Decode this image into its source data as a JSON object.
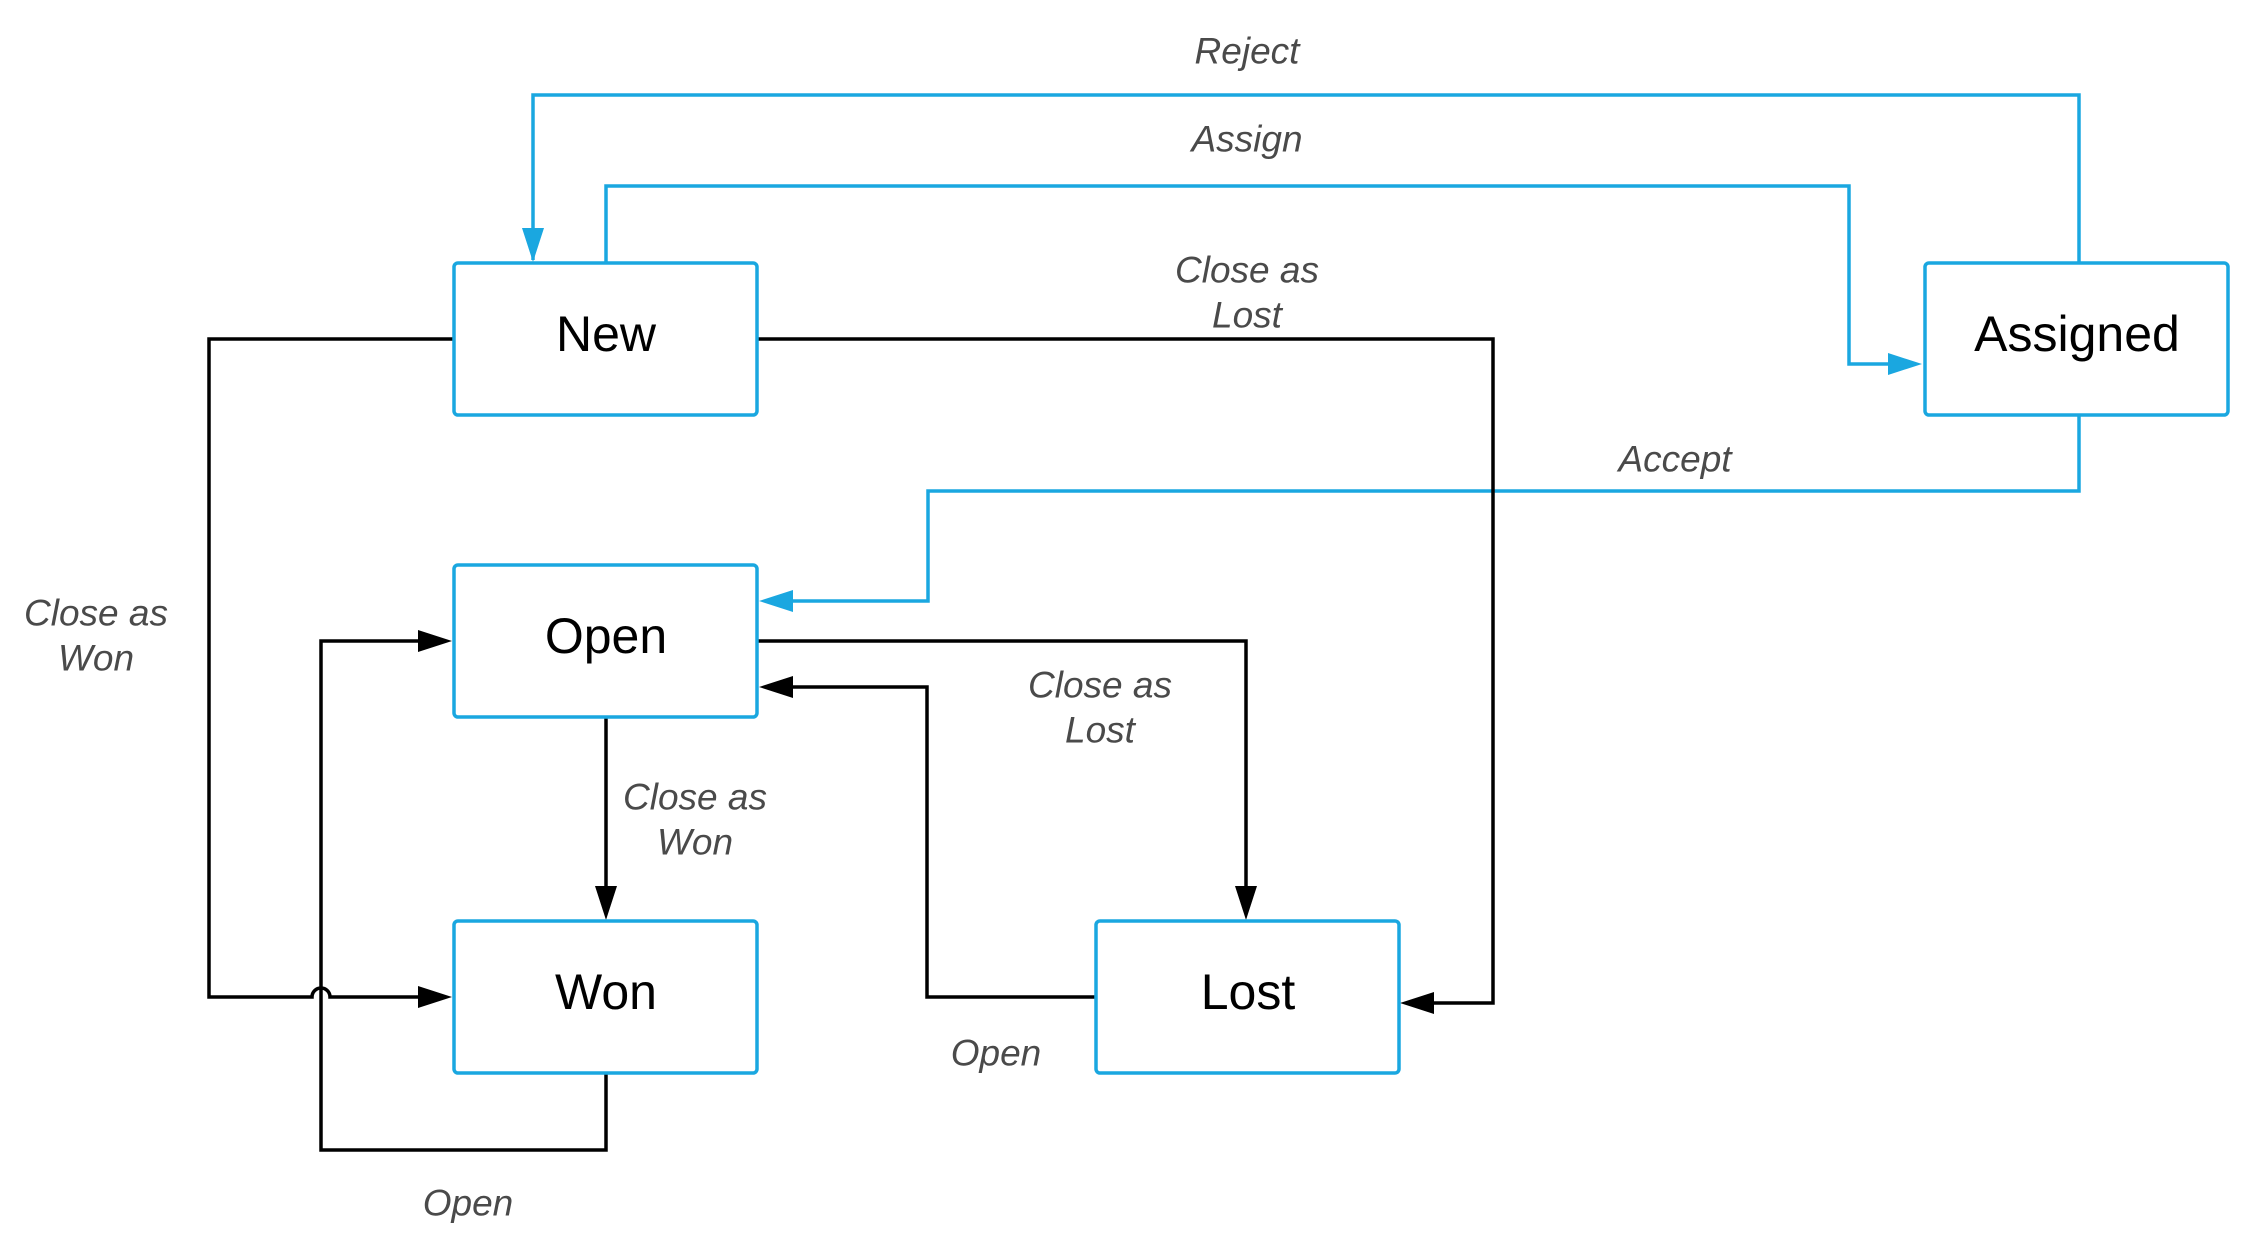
{
  "nodes": {
    "new": "New",
    "assigned": "Assigned",
    "open": "Open",
    "won": "Won",
    "lost": "Lost"
  },
  "edges": {
    "reject": "Reject",
    "assign": "Assign",
    "new_to_lost": {
      "line1": "Close as",
      "line2": "Lost"
    },
    "accept": "Accept",
    "new_to_won": {
      "line1": "Close as",
      "line2": "Won"
    },
    "open_to_lost": {
      "line1": "Close as",
      "line2": "Lost"
    },
    "open_to_won": {
      "line1": "Close as",
      "line2": "Won"
    },
    "lost_to_open": "Open",
    "won_to_open": "Open"
  },
  "colors": {
    "node_border": "#1aa7e0",
    "blue_edge": "#1aa7e0",
    "black_edge": "#000000",
    "edge_label": "#4a4a4a"
  }
}
